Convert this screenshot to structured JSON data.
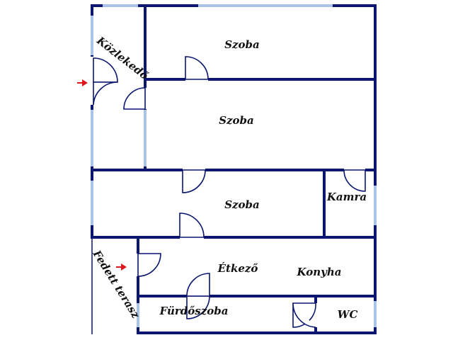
{
  "rooms": {
    "szoba_top": "Szoba",
    "szoba_middle": "Szoba",
    "szoba_lower": "Szoba",
    "kamra": "Kamra",
    "etkezo": "Étkező",
    "konyha": "Konyha",
    "furdoszoba": "Fürdőszoba",
    "wc": "WC",
    "kozlekedo": "Közlekedő",
    "fedett_terasz": "Fedett terasz"
  },
  "colors": {
    "wall": "#0a1670",
    "window": "#a9c4e6",
    "entrance_arrow": "#e0141c"
  },
  "icons": {
    "entrance_markers": [
      "arrow-right-icon",
      "arrow-right-icon"
    ]
  }
}
